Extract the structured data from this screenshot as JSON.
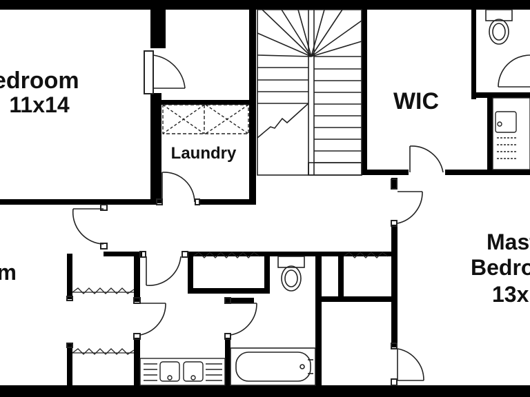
{
  "rooms": {
    "bedroom": {
      "name": "Bedroom",
      "size": "11x14"
    },
    "laundry": {
      "name": "Laundry"
    },
    "wic": {
      "name": "WIC"
    },
    "master": {
      "name_line1": "Master",
      "name_line2": "Bedroom",
      "size": "13x"
    },
    "partial_left": {
      "name": "Room"
    }
  },
  "colors": {
    "wall": "#000000",
    "line": "#222222",
    "background": "#ffffff"
  }
}
